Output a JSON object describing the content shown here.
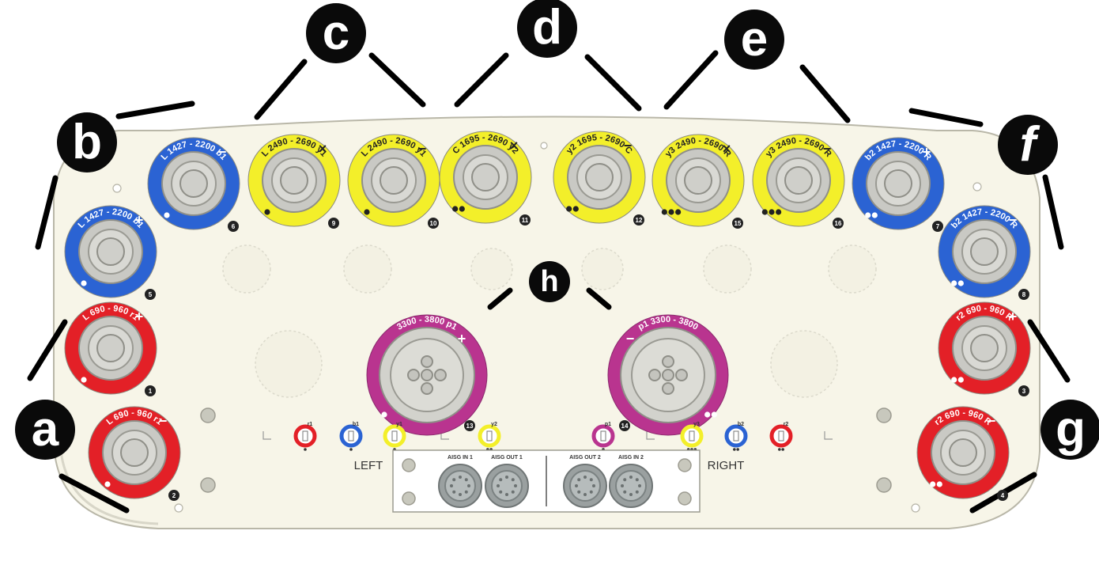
{
  "callouts": [
    {
      "id": "a",
      "letter": "a"
    },
    {
      "id": "b",
      "letter": "b"
    },
    {
      "id": "c",
      "letter": "c"
    },
    {
      "id": "d",
      "letter": "d"
    },
    {
      "id": "e",
      "letter": "e"
    },
    {
      "id": "f",
      "letter": "f"
    },
    {
      "id": "g",
      "letter": "g"
    },
    {
      "id": "h",
      "letter": "h"
    }
  ],
  "colors": {
    "red": "#e32027",
    "blue": "#2b63d3",
    "yellow": "#f3ef2a",
    "magenta": "#b9348f",
    "panel": "#f7f5e8",
    "knob": "#c9c9c4"
  },
  "connectors": [
    {
      "id": "r1-minus",
      "color": "red",
      "ring_label": "L 690 - 960  r1",
      "sign": "−",
      "number": "2",
      "dots": 1
    },
    {
      "id": "r1-plus",
      "color": "red",
      "ring_label": "L 690 - 960  r1",
      "sign": "+",
      "number": "1",
      "dots": 1
    },
    {
      "id": "b1-plus",
      "color": "blue",
      "ring_label": "L 1427 - 2200  b1",
      "sign": "+",
      "number": "5",
      "dots": 1
    },
    {
      "id": "b1-minus",
      "color": "blue",
      "ring_label": "L 1427 - 2200  b1",
      "sign": "−",
      "number": "6",
      "dots": 1
    },
    {
      "id": "y1-x",
      "color": "yellow",
      "ring_label": "L 2490 - 2690  y1",
      "sign": "×",
      "number": "9",
      "dots": 1
    },
    {
      "id": "y1-minus",
      "color": "yellow",
      "ring_label": "L 2490 - 2690  y1",
      "sign": "−",
      "number": "10",
      "dots": 1
    },
    {
      "id": "y2-x",
      "color": "yellow",
      "ring_label": "C 1695 - 2690  y2",
      "sign": "×",
      "number": "11",
      "dots": 2
    },
    {
      "id": "y2-minus",
      "color": "yellow",
      "ring_label": "y2 1695 - 2690 C",
      "sign": "−",
      "number": "12",
      "dots": 2
    },
    {
      "id": "y3-x",
      "color": "yellow",
      "ring_label": "y3 2490 - 2690 R",
      "sign": "×",
      "number": "15",
      "dots": 3
    },
    {
      "id": "y3-minus",
      "color": "yellow",
      "ring_label": "y3 2490 - 2690 R",
      "sign": "−",
      "number": "16",
      "dots": 3
    },
    {
      "id": "b2-plus",
      "color": "blue",
      "ring_label": "b2 1427 - 2200 R",
      "sign": "+",
      "number": "7",
      "dots": 2
    },
    {
      "id": "b2-minus",
      "color": "blue",
      "ring_label": "b2 1427 - 2200 R",
      "sign": "−",
      "number": "8",
      "dots": 2
    },
    {
      "id": "r2-plus",
      "color": "red",
      "ring_label": "r2 690 - 960 R",
      "sign": "+",
      "number": "3",
      "dots": 2
    },
    {
      "id": "r2-minus",
      "color": "red",
      "ring_label": "r2 690 - 960 R",
      "sign": "−",
      "number": "4",
      "dots": 2
    }
  ],
  "main_ports": [
    {
      "id": "p1-left",
      "color": "magenta",
      "ring_label": "3300 - 3800  p1",
      "sign": "+",
      "number": "13",
      "dots": 1
    },
    {
      "id": "p1-right",
      "color": "magenta",
      "ring_label": "p1 3300 - 3800",
      "sign": "−",
      "number": "14",
      "dots": 2
    }
  ],
  "small_ports": [
    {
      "id": "sp-r1",
      "color": "red",
      "label": "r1",
      "dots": 1
    },
    {
      "id": "sp-b1",
      "color": "blue",
      "label": "b1",
      "dots": 1
    },
    {
      "id": "sp-y1",
      "color": "yellow",
      "label": "y1",
      "dots": 1
    },
    {
      "id": "sp-y2",
      "color": "yellow",
      "label": "y2",
      "dots": 2
    },
    {
      "id": "sp-p1",
      "color": "magenta",
      "label": "p1",
      "dots": 1
    },
    {
      "id": "sp-y3",
      "color": "yellow",
      "label": "y3",
      "dots": 3
    },
    {
      "id": "sp-b2",
      "color": "blue",
      "label": "b2",
      "dots": 2
    },
    {
      "id": "sp-r2",
      "color": "red",
      "label": "r2",
      "dots": 2
    }
  ],
  "aisg_ports": [
    {
      "id": "aisg-in-1",
      "label": "AISG IN 1"
    },
    {
      "id": "aisg-out-1",
      "label": "AISG OUT 1"
    },
    {
      "id": "aisg-out-2",
      "label": "AISG OUT 2"
    },
    {
      "id": "aisg-in-2",
      "label": "AISG IN 2"
    }
  ],
  "side_labels": {
    "left": "LEFT",
    "right": "RIGHT"
  }
}
